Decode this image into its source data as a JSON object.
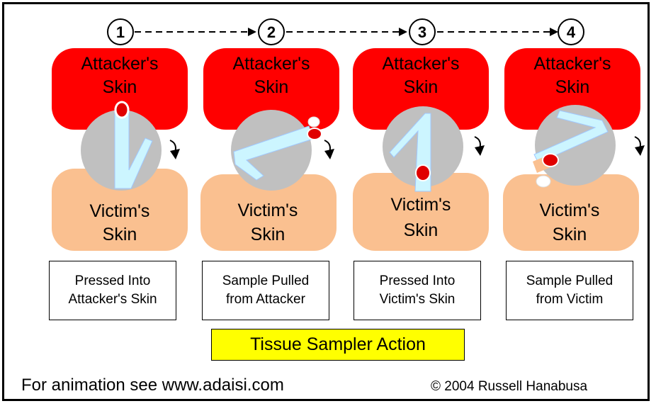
{
  "steps": [
    {
      "number": "1",
      "attacker_label": [
        "Attacker's",
        "Skin"
      ],
      "victim_label": [
        "Victim's",
        "Skin"
      ],
      "caption": [
        "Pressed  Into",
        "Attacker's Skin"
      ]
    },
    {
      "number": "2",
      "attacker_label": [
        "Attacker's",
        "Skin"
      ],
      "victim_label": [
        "Victim's",
        "Skin"
      ],
      "caption": [
        "Sample Pulled",
        "from Attacker"
      ]
    },
    {
      "number": "3",
      "attacker_label": [
        "Attacker's",
        "Skin"
      ],
      "victim_label": [
        "Victim's",
        "Skin"
      ],
      "caption": [
        "Pressed  Into",
        "Victim's Skin"
      ]
    },
    {
      "number": "4",
      "attacker_label": [
        "Attacker's",
        "Skin"
      ],
      "victim_label": [
        "Victim's",
        "Skin"
      ],
      "caption": [
        "Sample Pulled",
        "from Victim"
      ]
    }
  ],
  "title": "Tissue Sampler Action",
  "footer": {
    "left": "For animation see www.adaisi.com",
    "right": "© 2004 Russell Hanabusa"
  },
  "colors": {
    "attacker_skin": "#ff0000",
    "victim_skin": "#fac090",
    "sampler_disc": "#c0c0c0",
    "needle": "#ccf5ff",
    "sample": "#e00000",
    "title_bg": "#ffff00"
  }
}
